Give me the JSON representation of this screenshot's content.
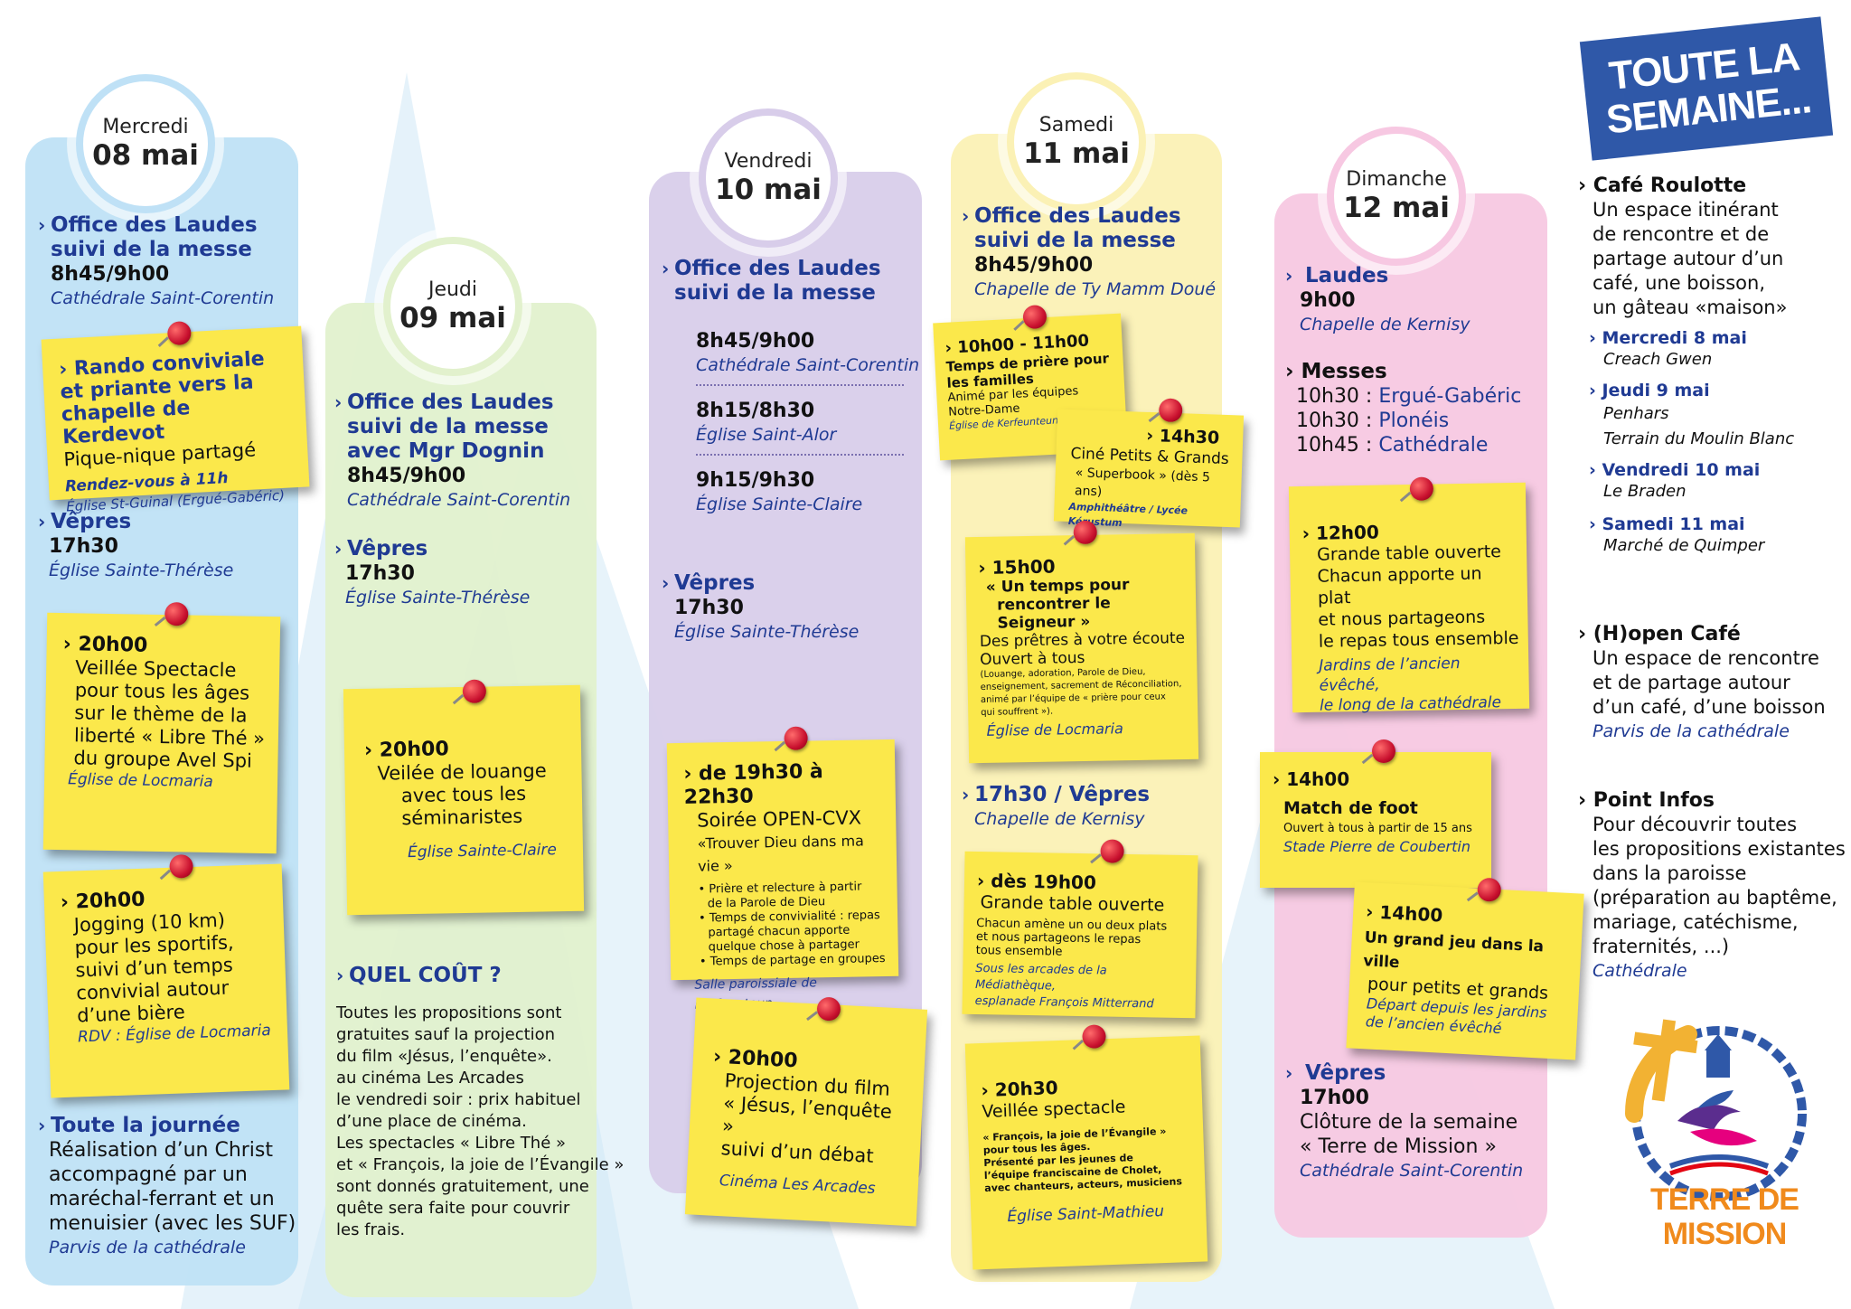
{
  "colors": {
    "blue": "#bfe1f6",
    "green": "#e2f1cd",
    "purple": "#d8cdea",
    "yellow": "#fbf1b5",
    "pink": "#f7c8e2",
    "navy": "#1f3a93",
    "note": "#fbe84b",
    "orange": "#f08a1c"
  },
  "days": {
    "wed": {
      "day": "Mercredi",
      "date": "08 mai"
    },
    "thu": {
      "day": "Jeudi",
      "date": "09 mai"
    },
    "fri": {
      "day": "Vendredi",
      "date": "10 mai"
    },
    "sat": {
      "day": "Samedi",
      "date": "11 mai"
    },
    "sun": {
      "day": "Dimanche",
      "date": "12 mai"
    }
  },
  "wed": {
    "laudes": {
      "t1": "Office des Laudes",
      "t2": "suivi de la messe",
      "time": "8h45/9h00",
      "place": "Cathédrale Saint-Corentin"
    },
    "rando": {
      "t1": "Rando conviviale",
      "t2": "et priante vers la",
      "t3": "chapelle de Kerdevot",
      "t4": "Pique-nique partagé",
      "rdv": "Rendez-vous à 11h",
      "place": "Église St-Guinal (Ergué-Gabéric)"
    },
    "vepres": {
      "t": "Vêpres",
      "time": "17h30",
      "place": "Église Sainte-Thérèse"
    },
    "veillee": {
      "time": "20h00",
      "l1": "Veillée Spectacle",
      "l2": "pour tous les âges",
      "l3": "sur le thème de la",
      "l4": "liberté « Libre Thé »",
      "l5": "du groupe Avel Spi",
      "place": "Église de Locmaria"
    },
    "jogging": {
      "time": "20h00",
      "l1": "Jogging (10 km)",
      "l2": "pour les sportifs,",
      "l3": "suivi d’un temps",
      "l4": "convivial autour",
      "l5": "d’une bière",
      "place": "RDV : Église de Locmaria"
    },
    "christ": {
      "t": "Toute la journée",
      "l1": "Réalisation d’un Christ",
      "l2": "accompagné par un",
      "l3": "maréchal-ferrant et un",
      "l4": "menuisier (avec les SUF)",
      "place": "Parvis de la cathédrale"
    }
  },
  "thu": {
    "laudes": {
      "t1": "Office des Laudes",
      "t2": "suivi de la messe",
      "t3": "avec Mgr Dognin",
      "time": "8h45/9h00",
      "place": "Cathédrale Saint-Corentin"
    },
    "vepres": {
      "t": "Vêpres",
      "time": "17h30",
      "place": "Église Sainte-Thérèse"
    },
    "veilee": {
      "time": "20h00",
      "l1": "Veilée de louange",
      "l2": "avec tous les",
      "l3": "séminaristes",
      "place": "Église Sainte-Claire"
    },
    "cout": {
      "t": "QUEL COÛT ?",
      "l1": "Toutes les propositions sont",
      "l2": "gratuites sauf la projection",
      "l3": "du film «Jésus, l’enquête».",
      "l4": "au cinéma  Les Arcades",
      "l5": "le vendredi soir : prix habituel",
      "l6": "d’une place de cinéma.",
      "l7": "Les spectacles « Libre Thé »",
      "l8": "et « François, la joie de l’Évangile »",
      "l9": "sont donnés gratuitement, une",
      "l10": "quête sera faite pour couvrir",
      "l11": "les frais."
    }
  },
  "fri": {
    "laudes": {
      "t1": "Office des Laudes",
      "t2": "suivi de la messe"
    },
    "m1": {
      "time": "8h45/9h00",
      "place": "Cathédrale Saint-Corentin"
    },
    "m2": {
      "time": "8h15/8h30",
      "place": "Église Saint-Alor"
    },
    "m3": {
      "time": "9h15/9h30",
      "place": "Église Sainte-Claire"
    },
    "vepres": {
      "t": "Vêpres",
      "time": "17h30",
      "place": "Église Sainte-Thérèse"
    },
    "cvx": {
      "time": "de 19h30 à 22h30",
      "l1": "Soirée OPEN-CVX",
      "l2": "«Trouver Dieu dans ma vie »",
      "b1": "Prière et relecture à partir",
      "b1b": "de la Parole de Dieu",
      "b2": "Temps de convivialité : repas",
      "b2b": "partagé chacun apporte",
      "b2c": "quelque chose à partager",
      "b3": "Temps de partage en groupes",
      "place": "Salle paroissiale de Kerfeunteun"
    },
    "film": {
      "time": "20h00",
      "l1": "Projection du film",
      "l2": "« Jésus, l’enquête »",
      "l3": "suivi d’un débat",
      "place": "Cinéma Les Arcades"
    }
  },
  "sat": {
    "laudes": {
      "t1": "Office des Laudes",
      "t2": "suivi de la messe",
      "time": "8h45/9h00",
      "place": "Chapelle de Ty Mamm Doué"
    },
    "priere": {
      "time": "10h00 - 11h00",
      "l1": "Temps de prière pour",
      "l2": "les familles",
      "l3": "Animé par les équipes",
      "l4": "Notre-Dame",
      "place": "Église de Kerfeunteun"
    },
    "cine": {
      "time": "14h30",
      "l1": "Ciné Petits & Grands",
      "l2": "« Superbook » (dès 5 ans)",
      "place": "Amphithéâtre / Lycée Kérustum"
    },
    "seigneur": {
      "time": "15h00",
      "l1": "« Un temps pour",
      "l2": "rencontrer le Seigneur »",
      "l3": "Des prêtres à votre écoute",
      "l4": "Ouvert à tous",
      "s1": "(Louange, adoration, Parole de Dieu,",
      "s2": "enseignement, sacrement de Réconciliation,",
      "s3": "animé par l’équipe de « prière pour ceux",
      "s4": "qui souffrent »).",
      "place": "Église de Locmaria"
    },
    "vepres": {
      "t": "17h30 / Vêpres",
      "place": "Chapelle de Kernisy"
    },
    "table": {
      "time": "dès 19h00",
      "l1": "Grande table ouverte",
      "s1": "Chacun amène un ou deux plats",
      "s2": "et nous partageons le repas",
      "s3": "tous ensemble",
      "p1": "Sous les arcades de la Médiathèque,",
      "p2": "esplanade François Mitterrand"
    },
    "spectacle": {
      "time": "20h30",
      "l1": "Veillée spectacle",
      "s1": "« François, la joie de l’Évangile »",
      "s2": "pour tous les âges.",
      "s3": "Présenté par les jeunes de",
      "s4": "l’équipe franciscaine de Cholet,",
      "s5": "avec chanteurs, acteurs, musiciens",
      "place": "Église Saint-Mathieu"
    }
  },
  "sun": {
    "laudes": {
      "t": "Laudes",
      "time": "9h00",
      "place": "Chapelle de Kernisy"
    },
    "messes": {
      "t": "Messes",
      "r1t": "10h30 :",
      "r1p": "Ergué-Gabéric",
      "r2t": "10h30 :",
      "r2p": "Plonéis",
      "r3t": "10h45 :",
      "r3p": "Cathédrale"
    },
    "table": {
      "time": "12h00",
      "l1": "Grande table ouverte",
      "l2": "Chacun apporte un plat",
      "l3": "et nous partageons",
      "l4": "le repas tous ensemble",
      "p1": "Jardins de l’ancien évêché,",
      "p2": "le long de la cathédrale"
    },
    "foot": {
      "time": "14h00",
      "l1": "Match de foot",
      "l2": "Ouvert à tous à partir de 15 ans",
      "place": "Stade Pierre de Coubertin"
    },
    "jeu": {
      "time": "14h00",
      "l1": "Un grand jeu dans la ville",
      "l2": "pour petits et grands",
      "p1": "Départ depuis les jardins",
      "p2": "de l’ancien évêché"
    },
    "vepres": {
      "t": "Vêpres",
      "time": "17h00",
      "l1": "Clôture de la semaine",
      "l2": "« Terre de Mission »",
      "place": "Cathédrale Saint-Corentin"
    }
  },
  "week": {
    "title1": "TOUTE LA",
    "title2": "SEMAINE...",
    "cafe": {
      "t": "Café Roulotte",
      "l1": "Un espace itinérant",
      "l2": "de rencontre et de",
      "l3": "partage autour d’un",
      "l4": "café, une boisson,",
      "l5": "un gâteau «maison»"
    },
    "stops": [
      {
        "day": "Mercredi 8 mai",
        "p1": "Creach Gwen",
        "p2": ""
      },
      {
        "day": "Jeudi 9 mai",
        "p1": "Penhars",
        "p2": "Terrain du Moulin Blanc"
      },
      {
        "day": "Vendredi 10 mai",
        "p1": "Le Braden",
        "p2": ""
      },
      {
        "day": "Samedi 11 mai",
        "p1": "Marché de Quimper",
        "p2": ""
      }
    ],
    "open": {
      "t": "(H)open Café",
      "l1": "Un espace de rencontre",
      "l2": "et de partage autour",
      "l3": "d’un café, d’une boisson",
      "place": "Parvis de la cathédrale"
    },
    "infos": {
      "t": "Point Infos",
      "l1": "Pour découvrir toutes",
      "l2": "les propositions existantes",
      "l3": "dans la paroisse",
      "l4": "(préparation au baptême,",
      "l5": " mariage, catéchisme,",
      "l6": " fraternités, ...)",
      "place": "Cathédrale"
    },
    "logo": "TERRE DE MISSION"
  }
}
